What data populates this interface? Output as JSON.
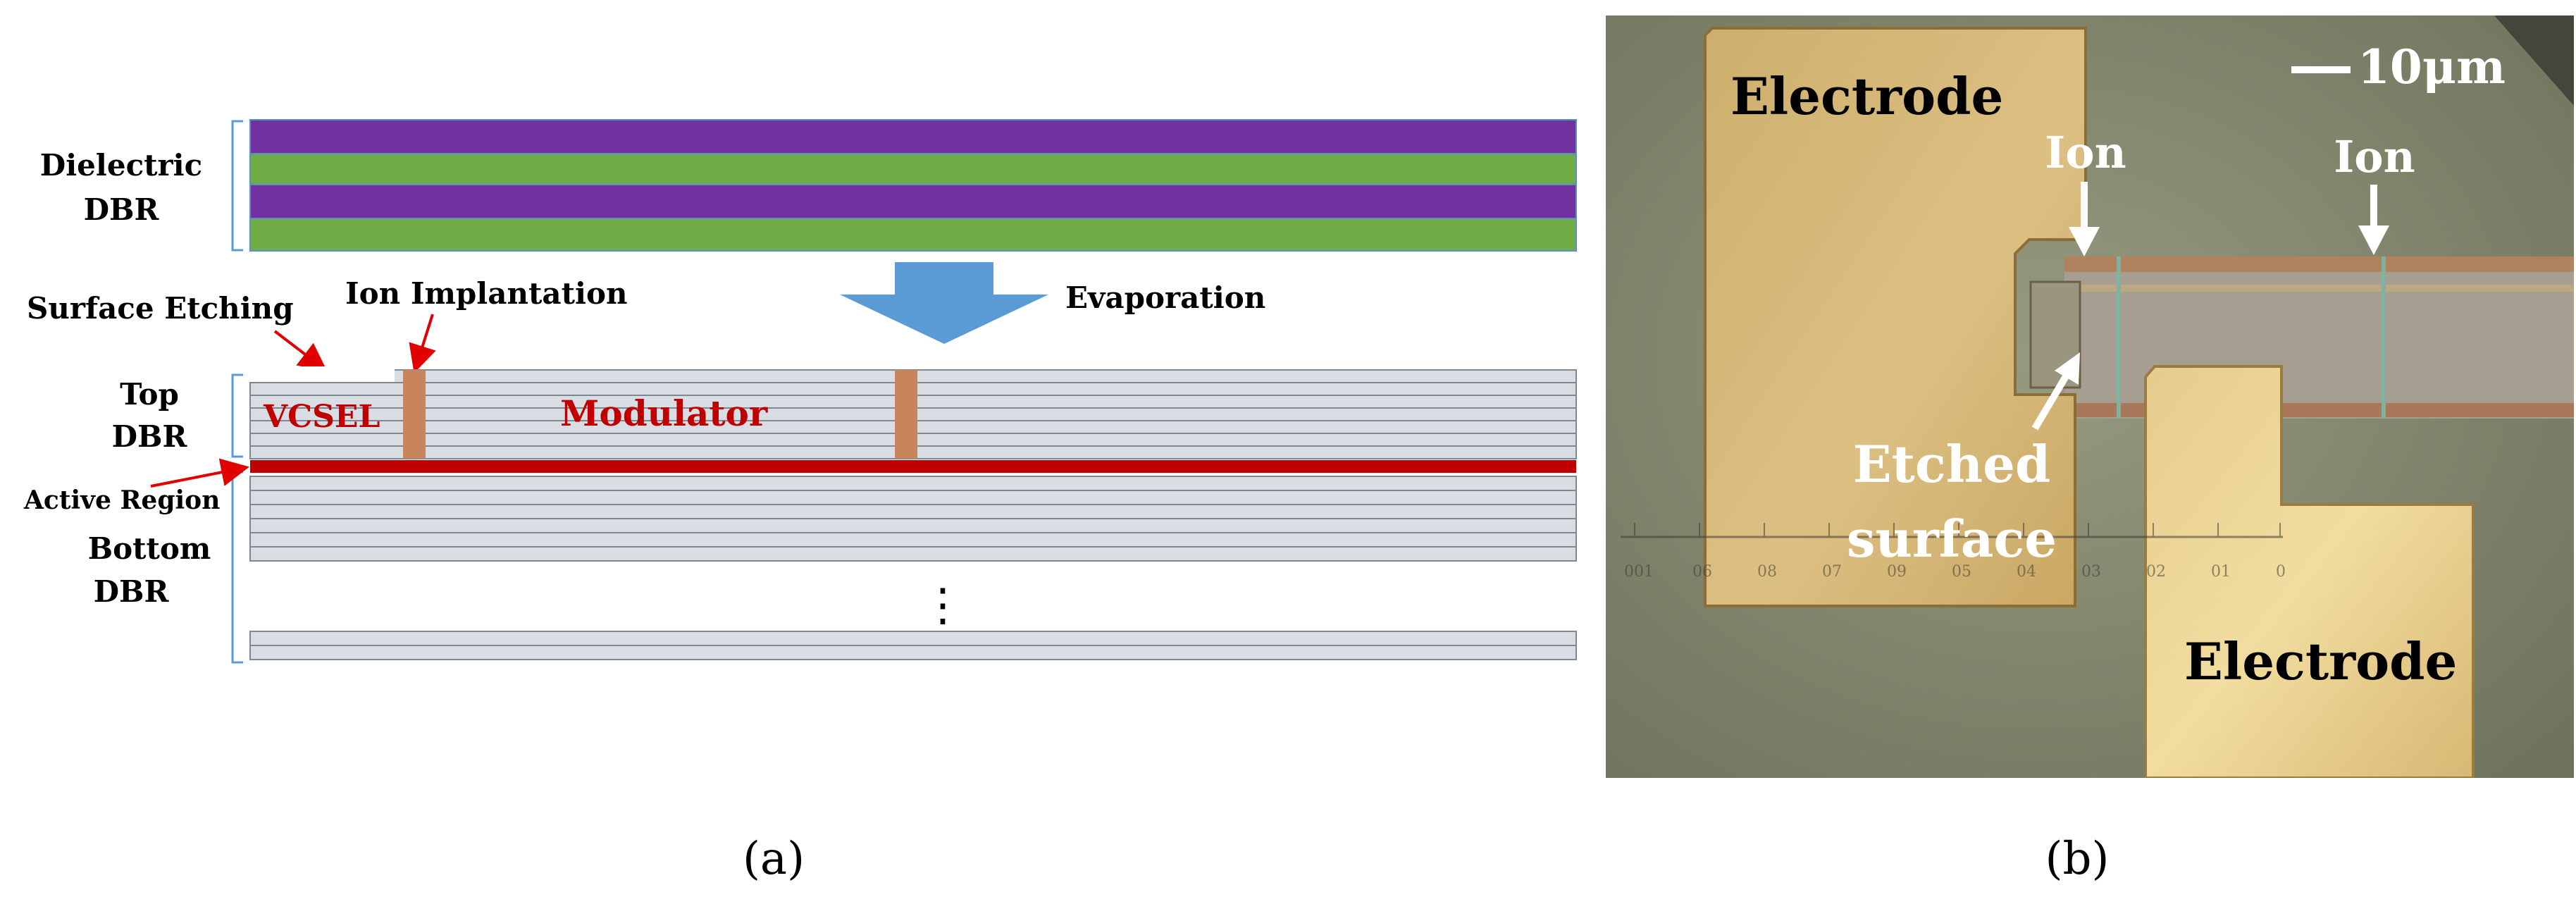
{
  "panel_a": {
    "caption": "(a)",
    "labels": {
      "dielectric_dbr_line1": "Dielectric",
      "dielectric_dbr_line2": "DBR",
      "surface_etching": "Surface Etching",
      "ion_implantation": "Ion Implantation",
      "evaporation": "Evaporation",
      "top_dbr_line1": "Top",
      "top_dbr_line2": "DBR",
      "vcsel": "VCSEL",
      "modulator": "Modulator",
      "active_region": "Active Region",
      "bottom_dbr_line1": "Bottom",
      "bottom_dbr_line2": "DBR",
      "ellipsis": "⋮"
    },
    "colors": {
      "dielectric_purple": "#7030a0",
      "dielectric_green": "#70ad47",
      "dbr_layer_fill": "#d9dee4",
      "dbr_layer_stroke": "#7f8791",
      "ion_implant": "#c8845a",
      "active_region": "#c00000",
      "red_text": "#c00000",
      "arrow_red": "#e00000",
      "evaporation_arrow": "#5b9bd5",
      "bracket": "#5b9bd5"
    }
  },
  "panel_b": {
    "caption": "(b)",
    "labels": {
      "electrode_top": "Electrode",
      "electrode_bottom": "Electrode",
      "ion_left": "Ion",
      "ion_right": "Ion",
      "etched_line1": "Etched",
      "etched_line2": "surface",
      "scale_bar": "10μm"
    },
    "ruler_numbers": [
      "001",
      "06",
      "08",
      "07",
      "09",
      "05",
      "04",
      "03",
      "02",
      "01",
      "0"
    ],
    "colors": {
      "background": "#8a8e72",
      "electrode": "#d4b676",
      "waveguide": "#9d9486"
    }
  }
}
